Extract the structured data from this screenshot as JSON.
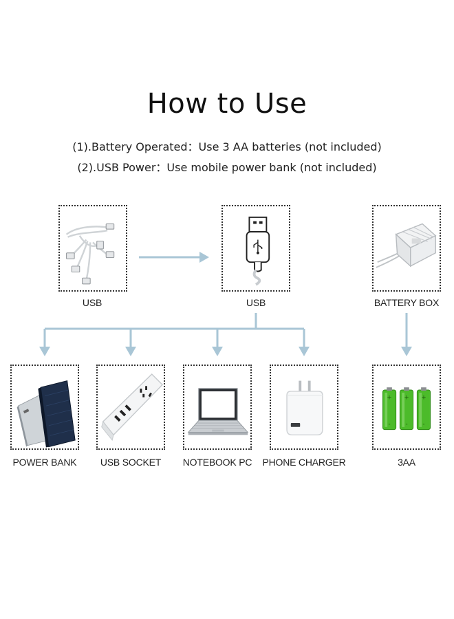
{
  "title": "How to Use",
  "instructions": [
    "(1).Battery Operated：Use 3 AA batteries (not included)",
    "(2).USB Power：Use mobile power bank (not included)"
  ],
  "top_items": [
    {
      "label": "USB",
      "icon": "usb-cable-icon"
    },
    {
      "label": "USB",
      "icon": "usb-plug-icon"
    },
    {
      "label": "BATTERY BOX",
      "icon": "battery-box-icon"
    }
  ],
  "bottom_items": [
    {
      "label": "POWER BANK",
      "icon": "power-bank-icon"
    },
    {
      "label": "USB SOCKET",
      "icon": "usb-socket-icon"
    },
    {
      "label": "NOTEBOOK PC",
      "icon": "laptop-icon"
    },
    {
      "label": "PHONE CHARGER",
      "icon": "phone-charger-icon"
    },
    {
      "label": "3AA",
      "icon": "aa-batteries-icon"
    }
  ],
  "colors": {
    "arrow": "#a9c6d6",
    "battery_green": "#4cbb2a",
    "box_border": "#333333"
  }
}
